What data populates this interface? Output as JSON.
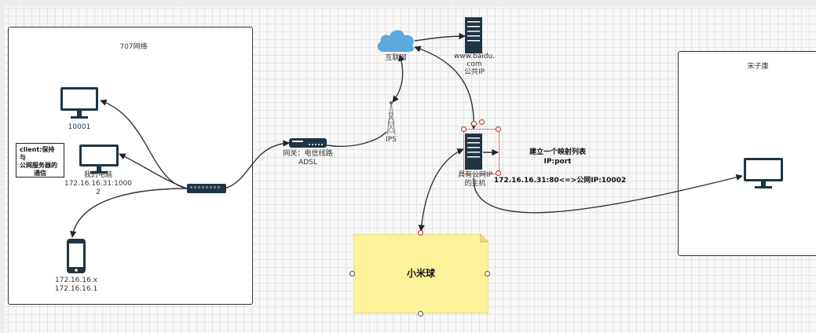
{
  "groups": {
    "left": {
      "title": "707网络"
    },
    "right": {
      "title": "宋子康"
    }
  },
  "devices": {
    "monitor1": {
      "label": "10001"
    },
    "monitor2": {
      "line1": "我的电脑",
      "line2": "172.16.16.31:1000",
      "line3": "2"
    },
    "phone": {
      "line1": "172.16.16.x",
      "line2": "172.16.16.1"
    },
    "switch": {
      "label": ""
    },
    "router": {
      "line1": "网关：电信线路",
      "line2": "ADSL"
    },
    "cloud": {
      "label": "互联网"
    },
    "baidu": {
      "line1": "www.baidu.",
      "line2": "com",
      "line3": "公共IP"
    },
    "tower": {
      "label": "IPS"
    },
    "server": {
      "line1": "具有公网IP",
      "line2": "的主机"
    },
    "remote_monitor": {
      "label": ""
    }
  },
  "note": {
    "line1": "client:保持与",
    "line2": "公网服务器的",
    "line3": "通信"
  },
  "mapping": {
    "title1": "建立一个映射列表",
    "title2": "IP:port",
    "entry": "172.16.16.31:80<=>公网IP:10002"
  },
  "sticky": {
    "text": "小米球",
    "color": "#fdf29a"
  },
  "colors": {
    "device_dark": "#1f3544",
    "cloud": "#5ca7dc"
  }
}
